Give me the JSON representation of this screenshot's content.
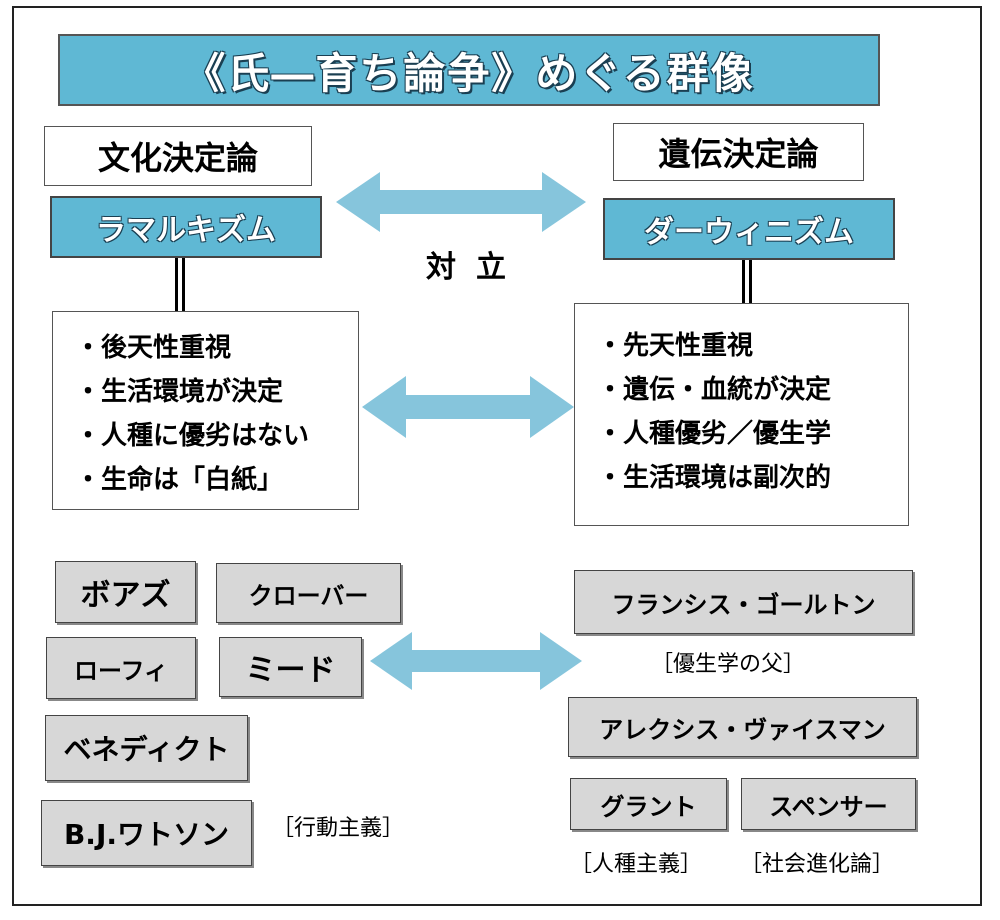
{
  "title": "《氏―育ち論争》めぐる群像",
  "left": {
    "heading": "文化決定論",
    "ism": "ラマルキズム",
    "points": [
      "・後天性重視",
      "・生活環境が決定",
      "・人種に優劣はない",
      "・生命は「白紙」"
    ]
  },
  "right": {
    "heading": "遺伝決定論",
    "ism": "ダーウィニズム",
    "points": [
      "・先天性重視",
      "・遺伝・血統が決定",
      "・人種優劣／優生学",
      "・生活環境は副次的"
    ]
  },
  "opposition_label": "対立",
  "left_people": {
    "boas": "ボアズ",
    "kroeber": "クローバー",
    "lowie": "ローフィ",
    "mead": "ミード",
    "benedict": "ベネディクト",
    "watson": "B.J.ワトソン",
    "watson_note": "［行動主義］"
  },
  "right_people": {
    "galton": "フランシス・ゴールトン",
    "galton_note": "［優生学の父］",
    "weismann": "アレクシス・ヴァイスマン",
    "grant": "グラント",
    "spencer": "スペンサー",
    "grant_note": "［人種主義］",
    "spencer_note": "［社会進化論］"
  },
  "colors": {
    "accent_blue": "#5fb8d4",
    "arrow": "#86c5dc",
    "name_box": "#d7d7d7"
  },
  "icons": {
    "arrows": "double-headed-arrow"
  }
}
